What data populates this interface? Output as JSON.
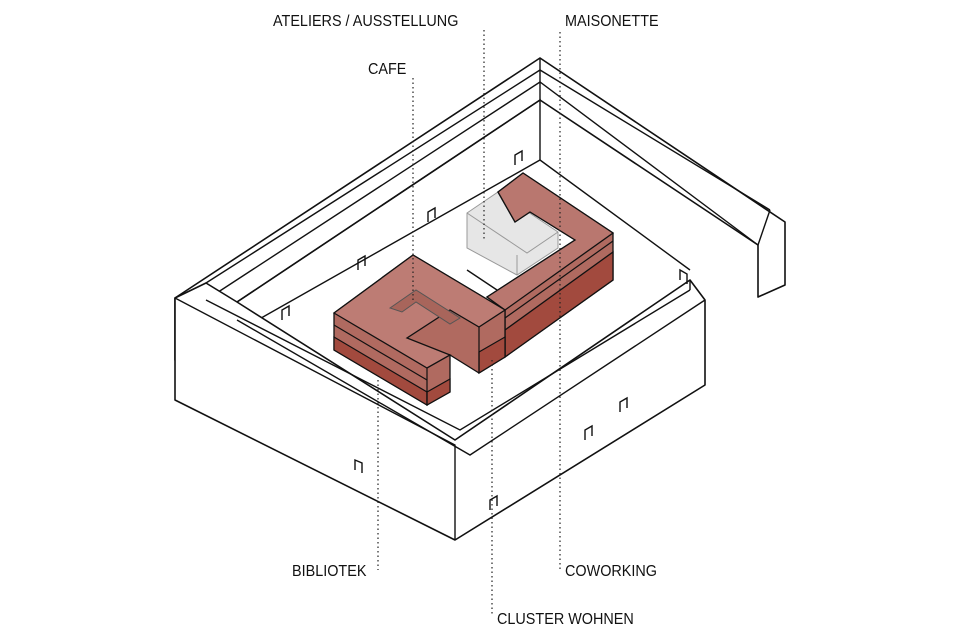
{
  "labels": {
    "ateliers": "ATELIERS / AUSSTELLUNG",
    "maisonette": "MAISONETTE",
    "cafe": "CAFE",
    "bibliotek": "BIBLIOTEK",
    "coworking": "COWORKING",
    "cluster": "CLUSTER WOHNEN"
  },
  "colors": {
    "red_top": "#b9776f",
    "red_side": "#b06a60",
    "red_dark": "#a24a3e",
    "grey_block": "#e6e6e6",
    "line": "#111111"
  }
}
